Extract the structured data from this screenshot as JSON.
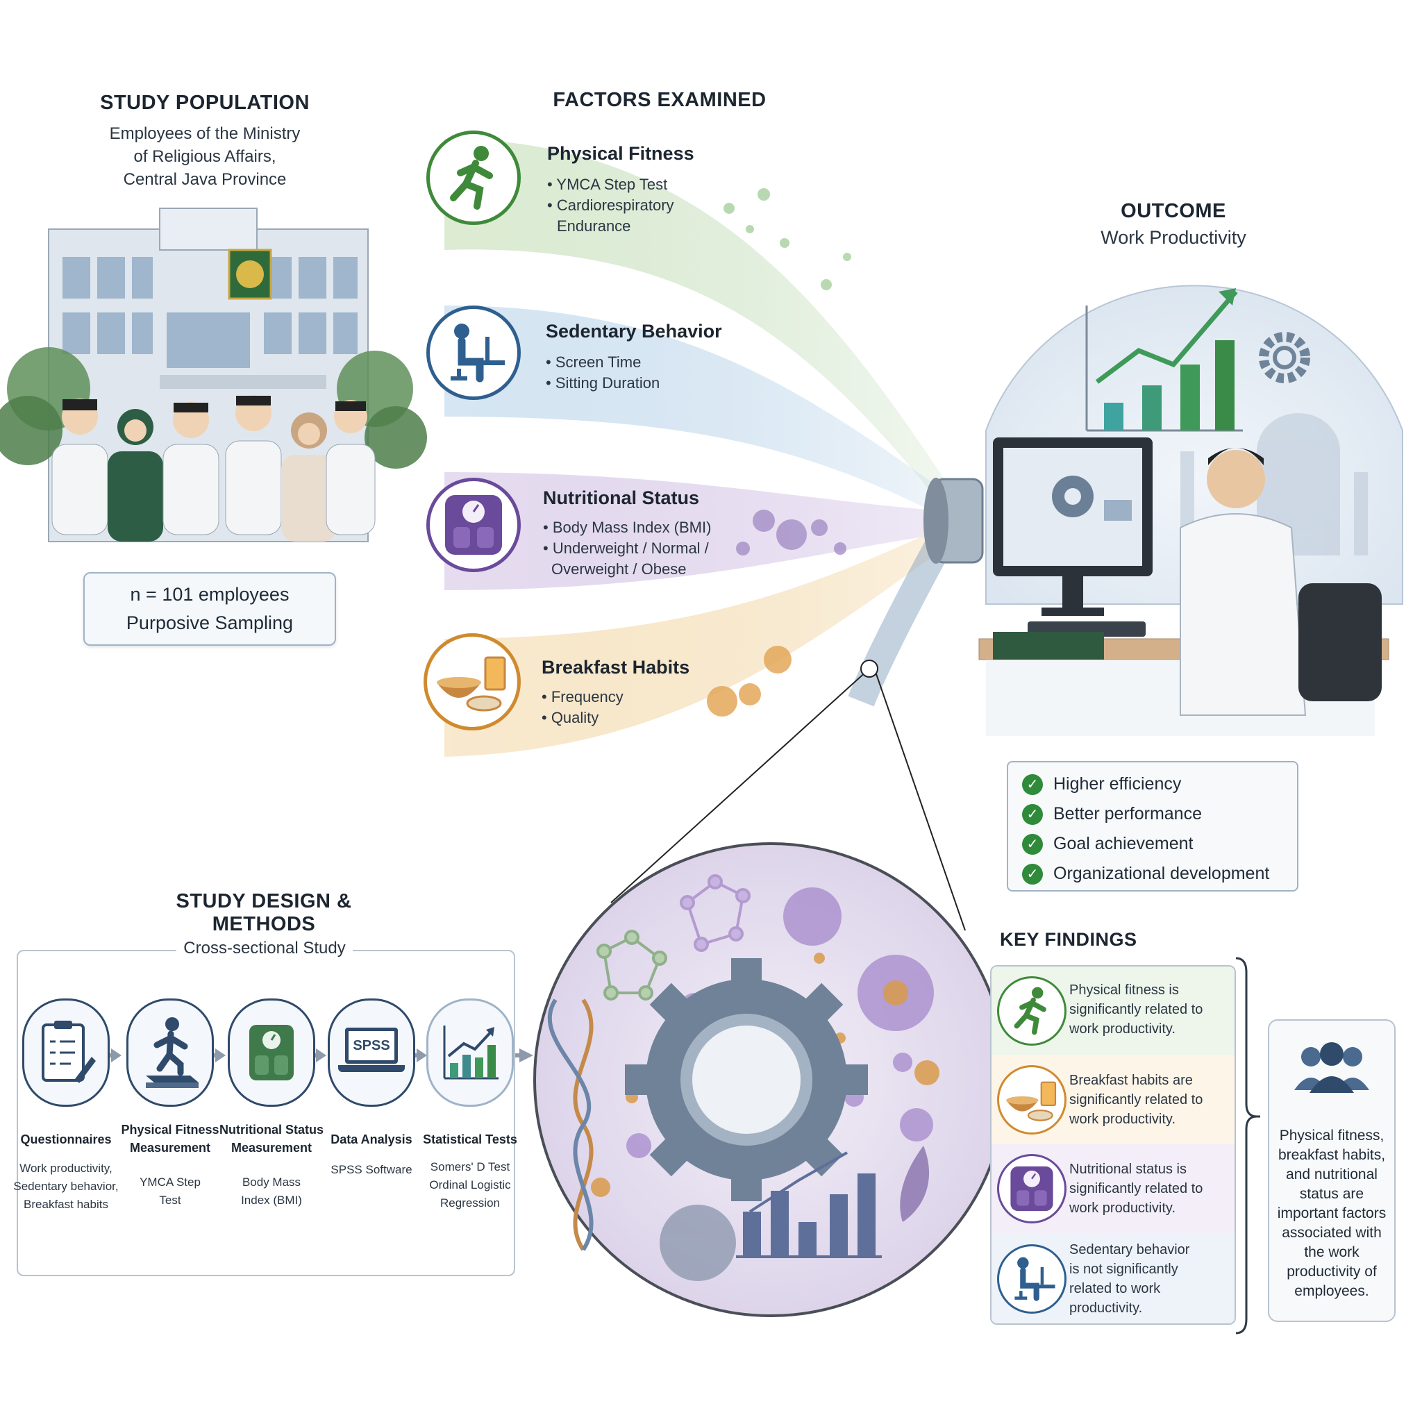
{
  "population": {
    "heading": "STUDY POPULATION",
    "description_lines": [
      "Employees of the Ministry",
      "of Religious Affairs,",
      "Central Java Province"
    ],
    "sample_size": "n = 101 employees",
    "sampling": "Purposive Sampling"
  },
  "factors": {
    "heading": "FACTORS EXAMINED",
    "items": [
      {
        "title": "Physical Fitness",
        "details": [
          "• YMCA Step Test",
          "• Cardiorespiratory",
          "Endurance"
        ],
        "icon": "running-person-icon",
        "color": "#3f8a3a"
      },
      {
        "title": "Sedentary Behavior",
        "details": [
          "• Screen Time",
          "• Sitting Duration"
        ],
        "icon": "person-at-desk-icon",
        "color": "#2f5f8f"
      },
      {
        "title": "Nutritional Status",
        "details": [
          "• Body Mass Index (BMI)",
          "• Underweight / Normal /",
          "Overweight / Obese"
        ],
        "icon": "weighing-scale-icon",
        "color": "#6a4a9a"
      },
      {
        "title": "Breakfast Habits",
        "details": [
          "• Frequency",
          "• Quality"
        ],
        "icon": "breakfast-meal-icon",
        "color": "#d08a2e"
      }
    ]
  },
  "outcome": {
    "heading": "OUTCOME",
    "subheading": "Work Productivity",
    "benefits": [
      "Higher efficiency",
      "Better performance",
      "Goal achievement",
      "Organizational development"
    ],
    "check_color": "#2f8a3a"
  },
  "methods": {
    "heading": "STUDY DESIGN & METHODS",
    "design": "Cross-sectional Study",
    "steps": [
      {
        "name_lines": [
          "Questionnaires"
        ],
        "desc_lines": [
          "Work productivity,",
          "Sedentary behavior,",
          "Breakfast habits"
        ],
        "icon": "clipboard-checklist-icon"
      },
      {
        "name_lines": [
          "Physical Fitness",
          "Measurement"
        ],
        "desc_lines": [
          "YMCA Step",
          "Test"
        ],
        "icon": "step-test-icon"
      },
      {
        "name_lines": [
          "Nutritional Status",
          "Measurement"
        ],
        "desc_lines": [
          "Body Mass",
          "Index (BMI)"
        ],
        "icon": "weighing-scale-icon"
      },
      {
        "name_lines": [
          "Data Analysis"
        ],
        "desc_lines": [
          "SPSS Software"
        ],
        "icon": "laptop-spss-icon",
        "icon_text": "SPSS"
      },
      {
        "name_lines": [
          "Statistical Tests"
        ],
        "desc_lines": [
          "Somers' D Test",
          "Ordinal Logistic",
          "Regression"
        ],
        "icon": "bar-chart-icon"
      }
    ]
  },
  "key_findings": {
    "heading": "KEY FINDINGS",
    "items": [
      {
        "lines": [
          "Physical fitness is",
          "significantly related to",
          "work productivity."
        ],
        "icon": "running-person-icon",
        "tint": "#eef6ec"
      },
      {
        "lines": [
          "Breakfast habits are",
          "significantly related to",
          "work productivity."
        ],
        "icon": "breakfast-meal-icon",
        "tint": "#fdf5e8"
      },
      {
        "lines": [
          "Nutritional status is",
          "significantly related to",
          "work productivity."
        ],
        "icon": "weighing-scale-icon",
        "tint": "#f3eef8"
      },
      {
        "lines": [
          "Sedentary behavior",
          "is not significantly",
          "related to work",
          "productivity."
        ],
        "icon": "person-at-desk-icon",
        "tint": "#eef3f9"
      }
    ],
    "summary_lines": [
      "Physical fitness,",
      "breakfast habits,",
      "and nutritional",
      "status are",
      "important factors",
      "associated with",
      "the work",
      "productivity of",
      "employees."
    ],
    "summary_icon": "people-group-icon"
  }
}
